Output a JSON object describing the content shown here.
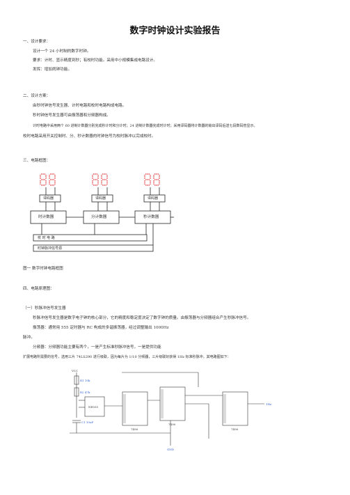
{
  "title": "数字时钟设计实验报告",
  "sec1": {
    "head": "一、设计要求：",
    "l1": "设计一个 24 小时制的数字时钟。",
    "l2": "要求：计时、显示精度到秒；有校时功能。采用中小规模集成电路设计。",
    "l3": "发挥：增加闹钟功能。"
  },
  "sec2": {
    "head": "二、设计方案：",
    "l1": "由秒时钟信号发生器、计时电路和校时电路构成电路。",
    "l2": "秒时钟信号发生器可由振荡器和分频器构成。",
    "l3": "计时电路中采用两个 60 进制计数器分别完成秒计时和分计时；24 进制计数器完成时计时；采用译码器将计数器的输出译码后送七段数码管显示。",
    "l4": "校时电路采用开关控制时、分、秒计数器的时钟信号为校时脉冲以完成校时。"
  },
  "sec3": {
    "head": "三、电路框图：",
    "dec1": "译码器",
    "dec2": "译码器",
    "dec3": "译码器",
    "cnt_h": "时计数器",
    "cnt_m": "分计数器",
    "cnt_s": "秒计数器",
    "adj": "校 时 电 路",
    "osc": "时钟脉冲信号源",
    "caption": "图一 数字时钟电路框图"
  },
  "sec4": {
    "head": "四、电路原理图：",
    "sub1": "（一）秒脉冲信号发生器",
    "p1": "秒脉冲信号发生器是数字电子钟的核心部分，它的精度和稳定度决定了数字钟的质量。由振荡器与分频器组合产生秒脉冲信号。",
    "p2": "振荡器：通常用 555 定时器与 RC 构成的多谐振荡器，经过调整输出 1000Hz",
    "p3": "脉冲。",
    "p4": "分频器：分频器功能主要有两个，一是产生标准秒脉冲信号，一是提供功能",
    "p5": "扩展电路所需要的信号，选用三片 74LS290 进行级联，因为每片为 1/10 分频器，三片级联好获得 1Hz 标准秒脉冲。其电路图如下："
  },
  "schematic": {
    "chip1": "NE555",
    "chip2": "7490",
    "chip3": "7490",
    "chip4": "7490",
    "vcc": "VCC",
    "res": "R1 10k",
    "res2": "R2 47k",
    "cap": "C1 10uF",
    "gnd": "GND",
    "out": "1Hz"
  }
}
